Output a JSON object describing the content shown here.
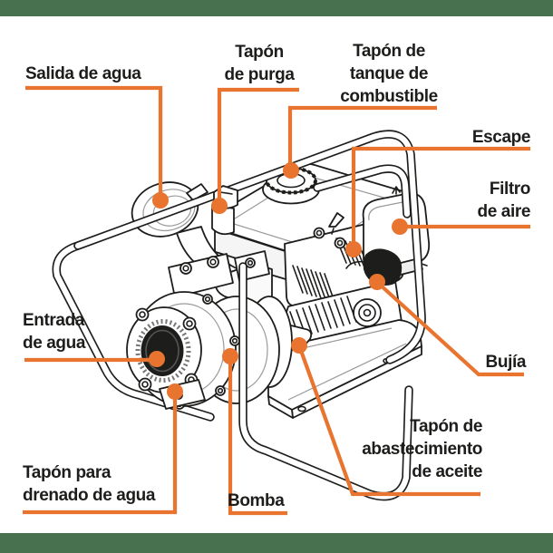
{
  "accent_color": "#E9742F",
  "band_color": "#48714F",
  "ink_color": "#1D1D1B",
  "diagram": {
    "subject": "Motobomba (gasoline engine water pump) labeled parts diagram",
    "labels": [
      {
        "id": "salida-de-agua",
        "text": "Salida de agua"
      },
      {
        "id": "tapon-de-purga",
        "text": "Tapón\nde purga"
      },
      {
        "id": "tapon-de-tanque-de-combustible",
        "text": "Tapón de\ntanque de\ncombustible"
      },
      {
        "id": "escape",
        "text": "Escape"
      },
      {
        "id": "filtro-de-aire",
        "text": "Filtro\nde aire"
      },
      {
        "id": "bujia",
        "text": "Bujía"
      },
      {
        "id": "entrada-de-agua",
        "text": "Entrada\nde agua"
      },
      {
        "id": "tapon-para-drenado-de-agua",
        "text": "Tapón para\ndrenado de agua"
      },
      {
        "id": "bomba",
        "text": "Bomba"
      },
      {
        "id": "tapon-de-abastecimiento-de-aceite",
        "text": "Tapón de\nabastecimiento\nde aceite"
      }
    ]
  }
}
